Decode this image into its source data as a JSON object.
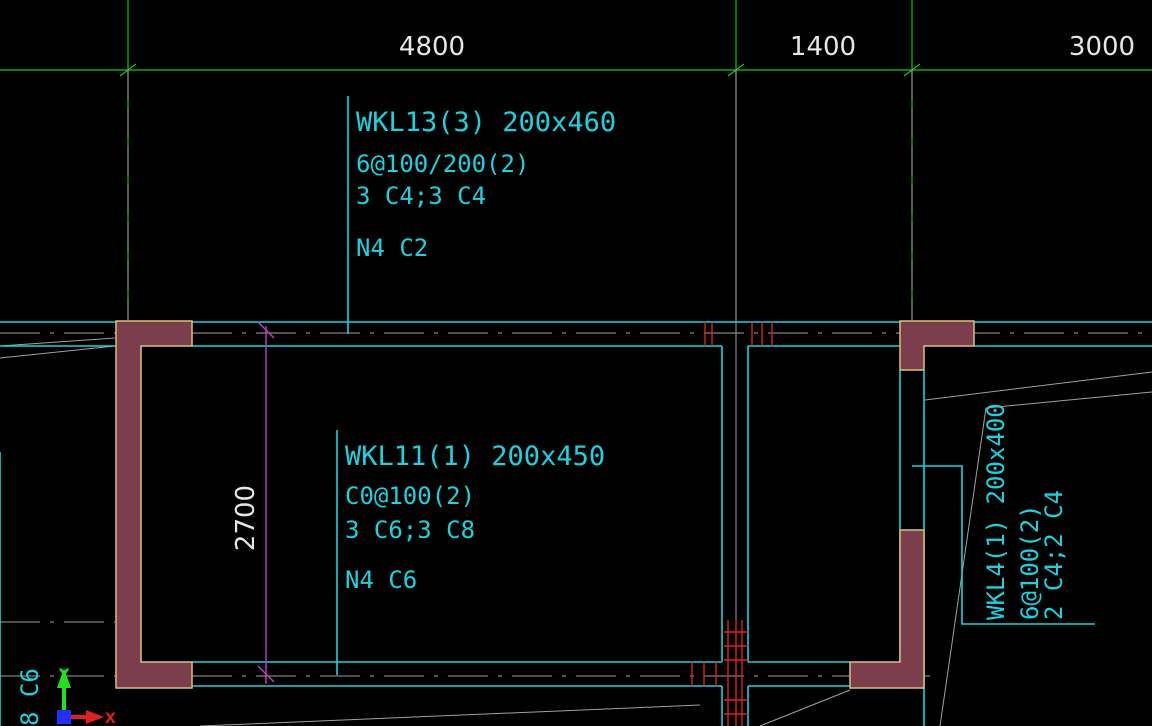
{
  "dimensions": {
    "top": [
      "4800",
      "1400",
      "3000"
    ],
    "left": "2700"
  },
  "beams": {
    "wkl13": {
      "name": "WKL13(3) 200x460",
      "stirrup": "6@100/200(2)",
      "bars": "3 C4;3  C4",
      "side": "N4  C2"
    },
    "wkl11": {
      "name": "WKL11(1) 200x450",
      "stirrup": "C0@100(2)",
      "bars": "3 C6;3  C8",
      "side": "N4  C6"
    },
    "wkl4": {
      "name": "WKL4(1) 200x400",
      "stirrup": "6@100(2)",
      "bars": "2 C4;2  C4"
    }
  },
  "left_edge_text": "8 C6",
  "ucs": {
    "x_label": "X",
    "y_label": "Y"
  },
  "colors": {
    "background": "#000000",
    "grid": "#18c418",
    "beam": "#19d3e0",
    "column_fill": "#7c3d4c",
    "column_edge": "#d8c27a",
    "dimension_text": "#e6e6e6",
    "rebar": "#e02020",
    "magenta": "#c040c0",
    "axis_x": "#e02020",
    "axis_y": "#20e020",
    "axis_origin": "#2030ff"
  }
}
